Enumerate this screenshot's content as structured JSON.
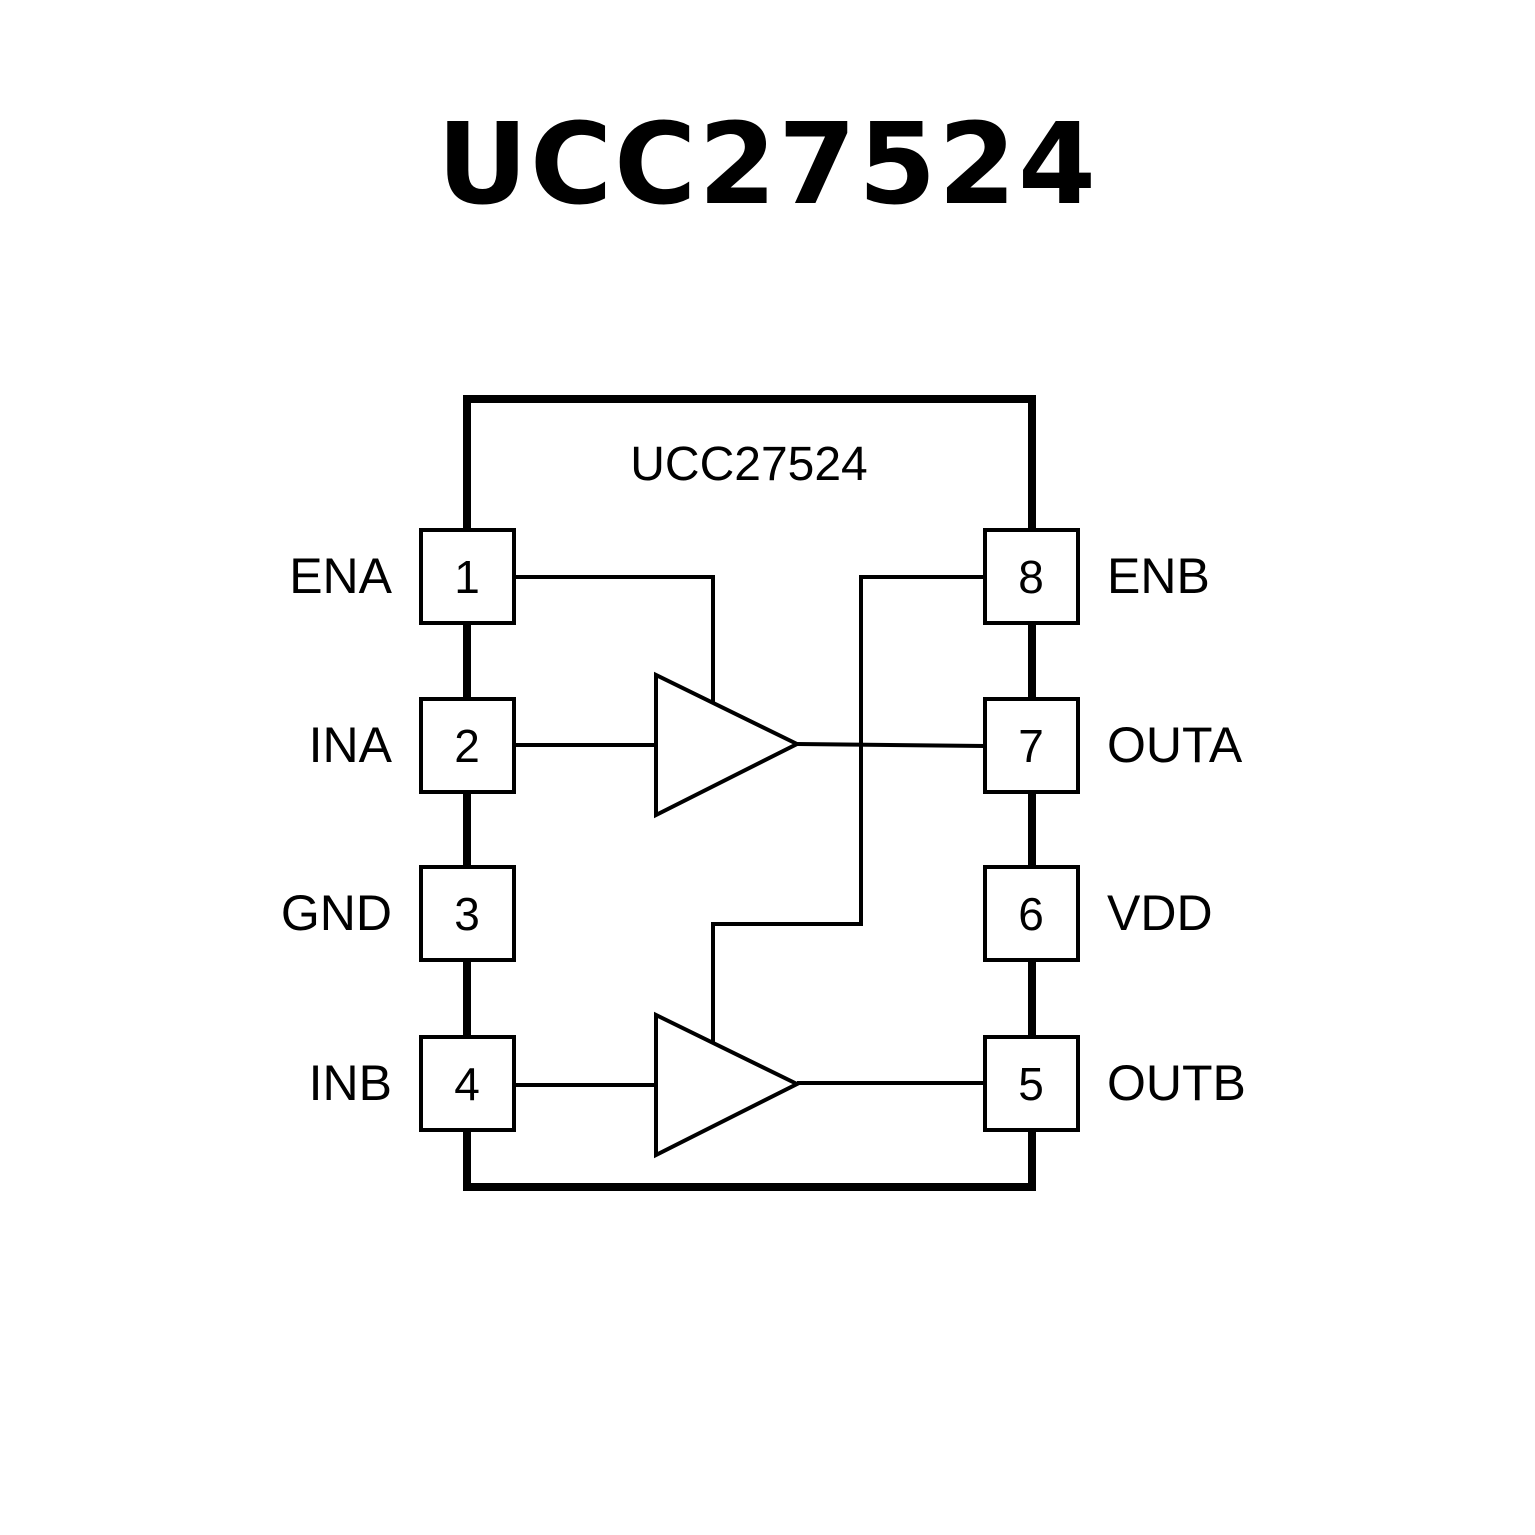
{
  "title": "UCC27524",
  "chip_label": "UCC27524",
  "pins": [
    {
      "number": "1",
      "name": "ENA",
      "side": "left"
    },
    {
      "number": "2",
      "name": "INA",
      "side": "left"
    },
    {
      "number": "3",
      "name": "GND",
      "side": "left"
    },
    {
      "number": "4",
      "name": "INB",
      "side": "left"
    },
    {
      "number": "5",
      "name": "OUTB",
      "side": "right"
    },
    {
      "number": "6",
      "name": "VDD",
      "side": "right"
    },
    {
      "number": "7",
      "name": "OUTA",
      "side": "right"
    },
    {
      "number": "8",
      "name": "ENB",
      "side": "right"
    }
  ],
  "drivers": [
    {
      "name": "driver-a",
      "input_pin": "2",
      "enable_pin": "1",
      "output_pin": "7"
    },
    {
      "name": "driver-b",
      "input_pin": "4",
      "enable_pin": "8",
      "output_pin": "5"
    }
  ]
}
